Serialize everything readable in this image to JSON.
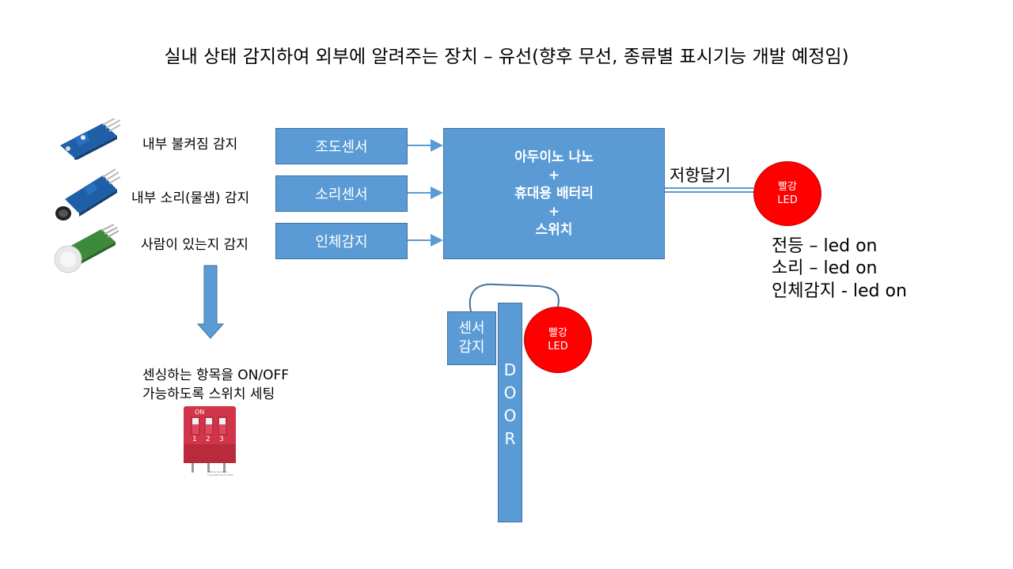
{
  "title": "실내 상태 감지하여 외부에 알려주는 장치 – 유선(향후 무선, 종류별 표시기능 개발 예정임)",
  "inputs": [
    {
      "desc": "내부 불켜짐 감지",
      "sensor": "조도센서",
      "module_icon": "light-sensor-module-icon"
    },
    {
      "desc": "내부 소리(물샘) 감지",
      "sensor": "소리센서",
      "module_icon": "sound-sensor-module-icon"
    },
    {
      "desc": "사람이 있는지 감지",
      "sensor": "인체감지",
      "module_icon": "pir-sensor-module-icon"
    }
  ],
  "controller": {
    "line1": "아두이노 나노",
    "plus1": "+",
    "line2": "휴대용 배터리",
    "plus2": "+",
    "line3": "스위치"
  },
  "resistor_label": "저항달기",
  "led_main": {
    "line1": "빨강",
    "line2": "LED"
  },
  "led_door": {
    "line1": "빨강",
    "line2": "LED"
  },
  "statuses": [
    "전등 – led on",
    "소리 – led on",
    "인체감지 - led on"
  ],
  "switch_note": {
    "line1": "센싱하는 항목을 ON/OFF",
    "line2": "가능하도록 스위치 세팅"
  },
  "dip_switch": {
    "on_label": "ON",
    "numbers": [
      "1",
      "2",
      "3"
    ],
    "fine_print_1": "Fritzing by Kolob",
    "fine_print_2": "Copyright Kolob 2015"
  },
  "door_sensor": {
    "line1": "센서",
    "line2": "감지"
  },
  "door_letters": [
    "D",
    "O",
    "O",
    "R"
  ],
  "colors": {
    "box_fill": "#5b9bd5",
    "box_border": "#41719c",
    "led": "#ff0000",
    "pcb_blue": "#1f5fa8",
    "pcb_green": "#3d8a3a",
    "dip_red": "#d2354a"
  }
}
